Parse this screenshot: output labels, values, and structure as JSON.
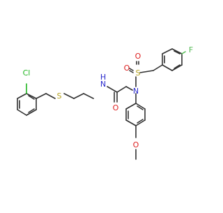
{
  "molecule": {
    "bonds_color": "#303030",
    "atom_colors": {
      "Cl": "#1fb51f",
      "S": "#b5a21f",
      "N": "#2828cc",
      "O": "#dd1f1f",
      "F": "#55bb55"
    },
    "labels": {
      "cl": "Cl",
      "s_thio": "S",
      "nh": "N",
      "h": "H",
      "o_carbonyl": "O",
      "n_amine": "N",
      "s_sulfonyl": "S",
      "o_sulf1": "O",
      "o_sulf2": "O",
      "f": "F",
      "o_methoxy": "O"
    }
  }
}
